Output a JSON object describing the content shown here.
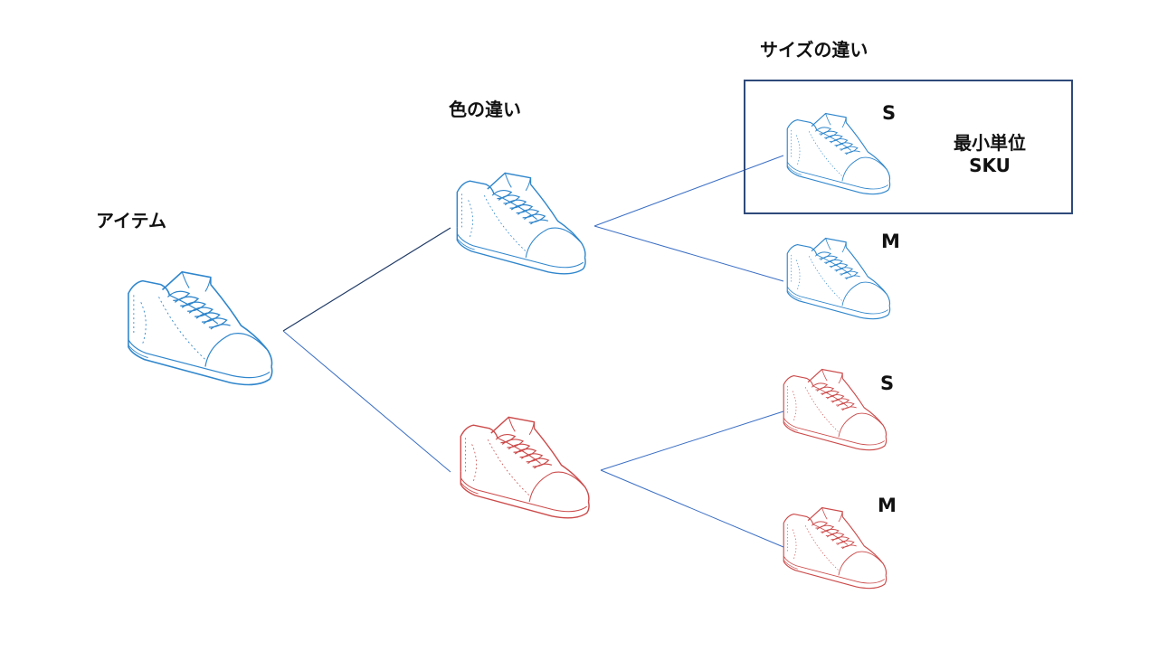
{
  "labels": {
    "item": "アイテム",
    "color_diff": "色の違い",
    "size_diff": "サイズの違い"
  },
  "sizes": {
    "blue_s": "S",
    "blue_m": "M",
    "red_s": "S",
    "red_m": "M"
  },
  "sku_box": {
    "line1": "最小単位",
    "line2": "SKU"
  },
  "colors": {
    "blue_shoe": "#2f86cc",
    "red_shoe": "#cc4a4a",
    "connector_dark": "#1f3a66",
    "connector_light": "#3b6fc4",
    "sku_border": "#2f4a7a"
  },
  "icons": {
    "shoe": "sneaker-icon"
  }
}
